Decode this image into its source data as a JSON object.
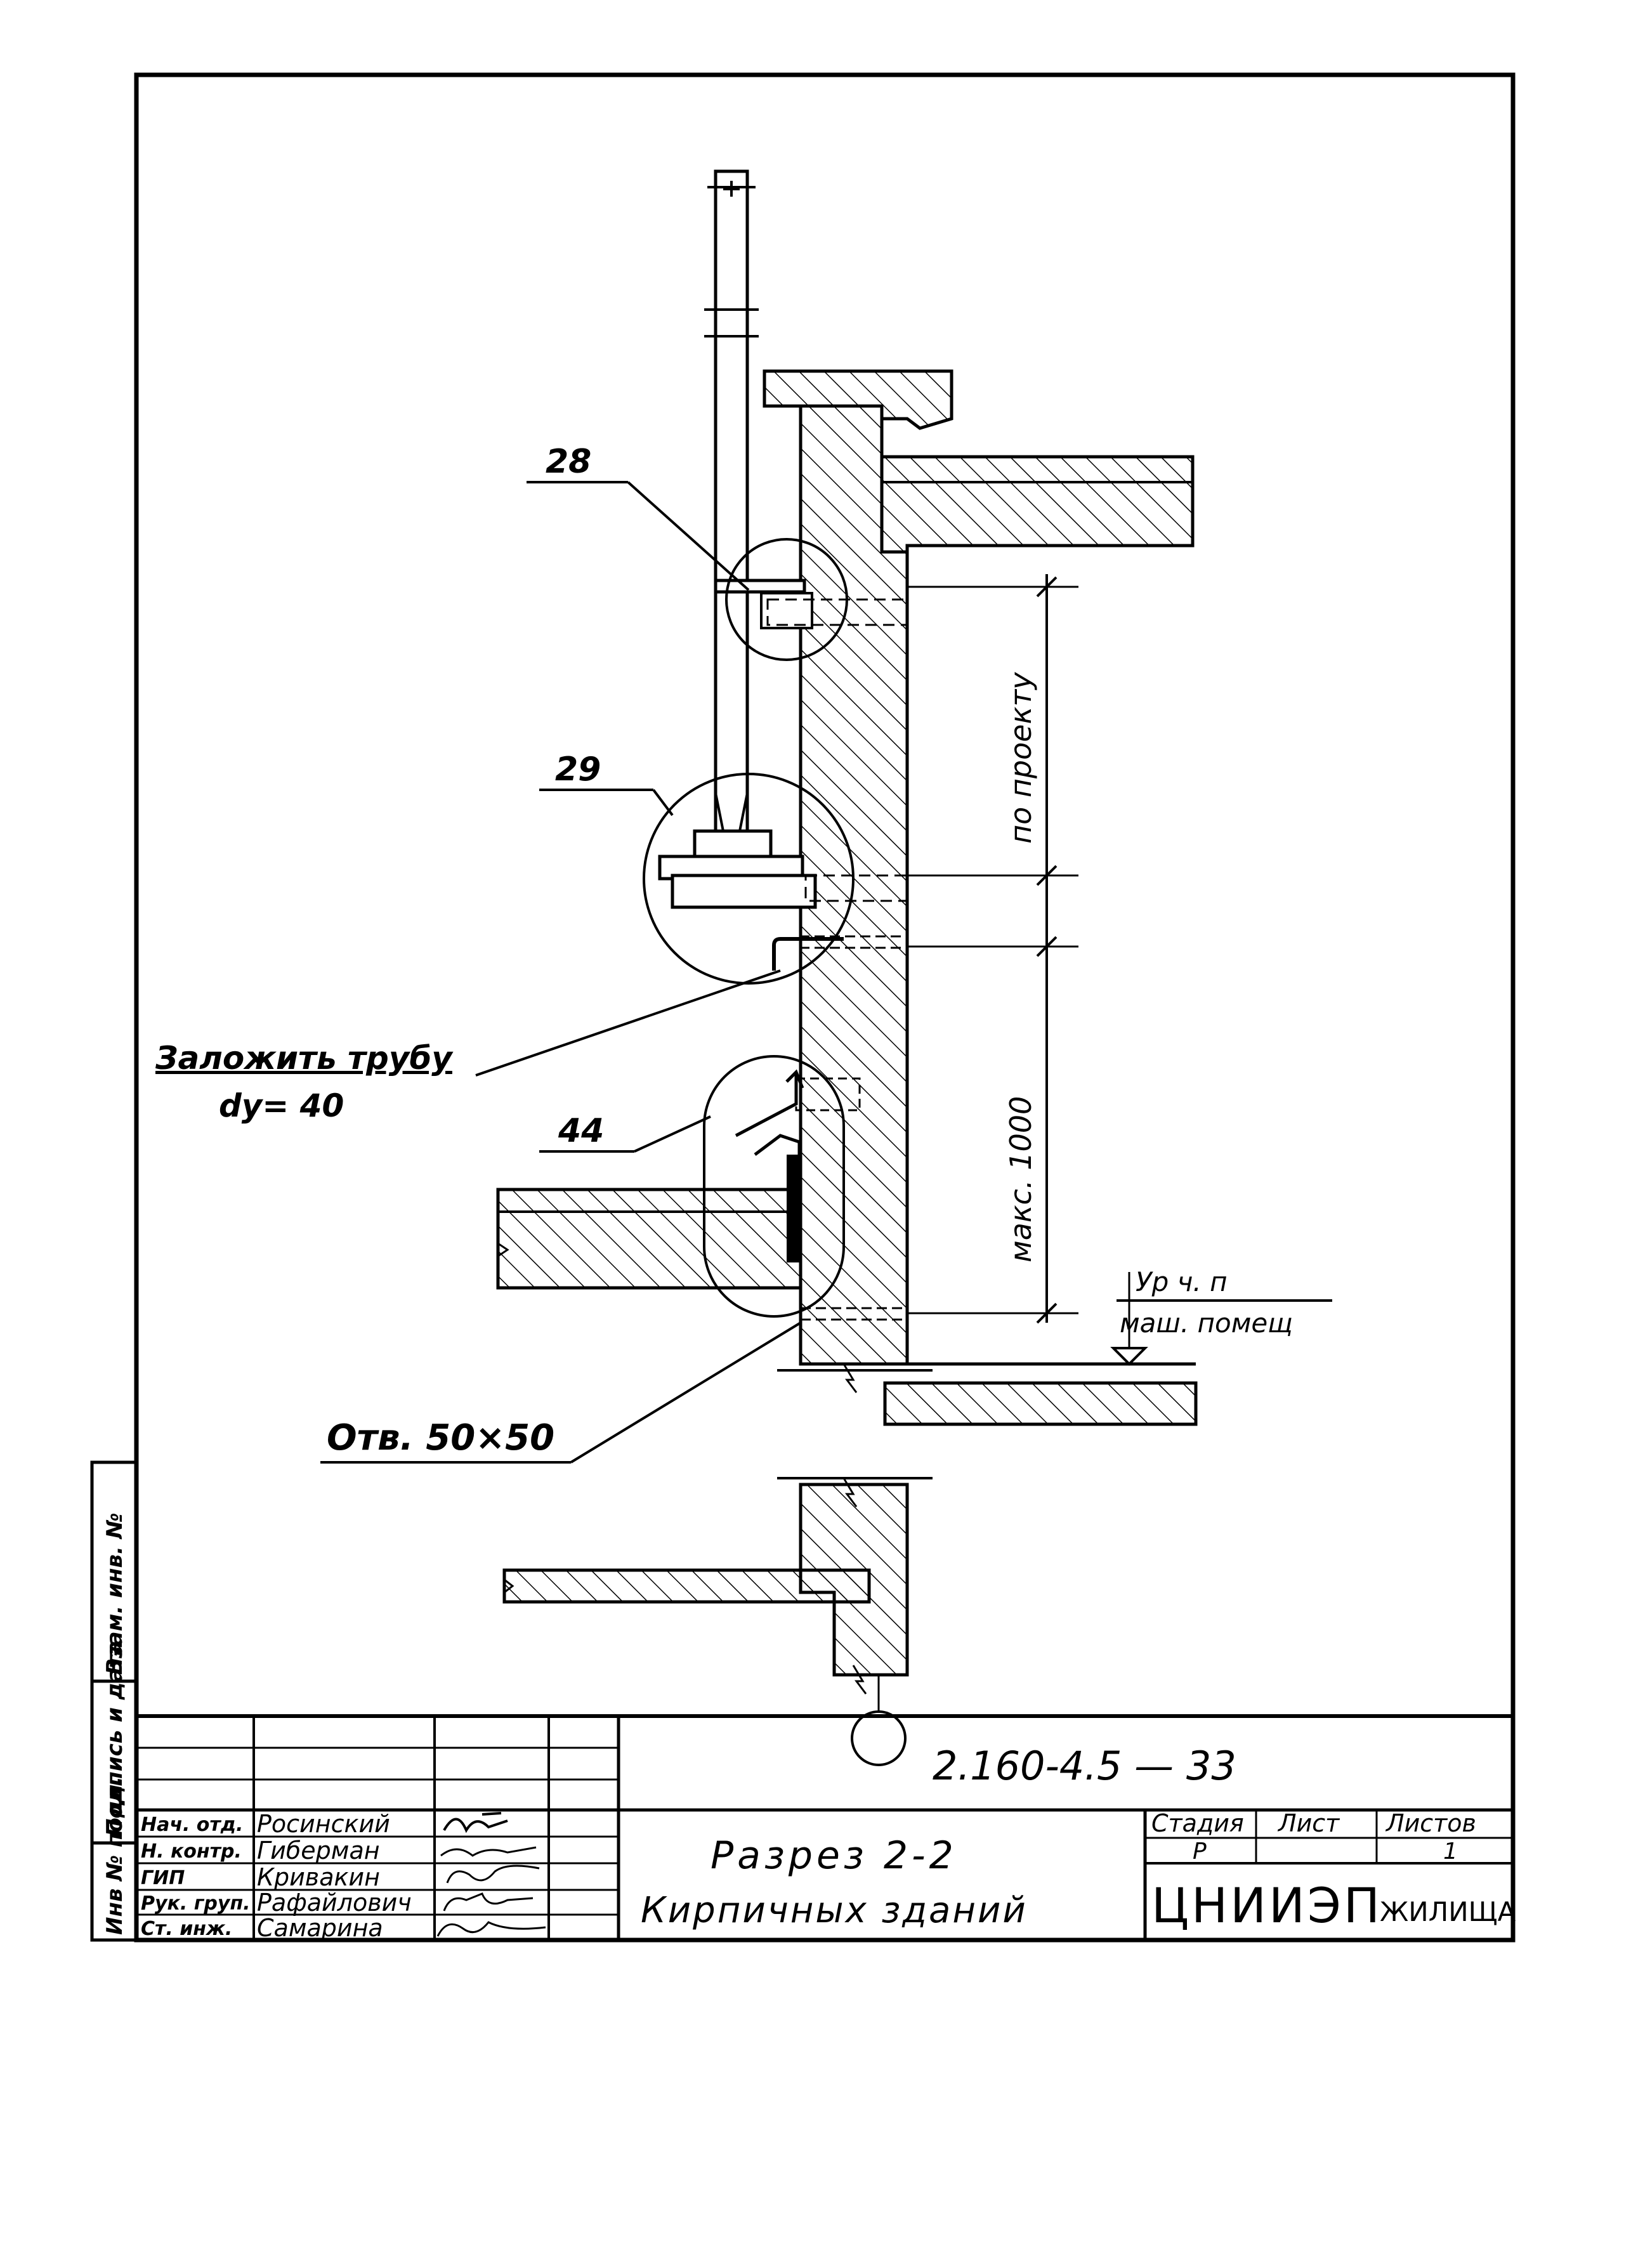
{
  "drawing": {
    "callouts": {
      "node_28": "28",
      "node_29": "29",
      "node_44": "44",
      "pipe_note_line1": "Заложить трубу",
      "pipe_note_line2": "dy= 40",
      "hole_note": "Отв. 50×50"
    },
    "dimensions": {
      "per_project": "по проекту",
      "max_1000": "макс. 1000"
    },
    "level_mark": {
      "line1": "Ур ч. п",
      "line2": "маш. помещ"
    },
    "section_marker": ""
  },
  "side_stamp": {
    "inv_podl": "Инв № подл.",
    "podpis_data": "Подпись и дата",
    "vzam_inv": "Взам. инв. №"
  },
  "title_block": {
    "doc_code": "2.160-4.5 — 33",
    "title_line1": "Разрез 2-2",
    "title_line2": "Кирпичных зданий",
    "stage_header": "Стадия",
    "sheet_header": "Лист",
    "sheets_header": "Листов",
    "stage_value": "Р",
    "sheet_value": "",
    "sheets_value": "1",
    "org_name": "ЦНИИЭП",
    "org_suffix": "ЖИЛИЩА",
    "staff": [
      {
        "role": "Нач. отд.",
        "name": "Росинский"
      },
      {
        "role": "Н. контр.",
        "name": "Гиберман"
      },
      {
        "role": "ГИП",
        "name": "Кривакин"
      },
      {
        "role": "Рук. груп.",
        "name": "Рафайлович"
      },
      {
        "role": "Ст. инж.",
        "name": "Самарина"
      }
    ]
  }
}
